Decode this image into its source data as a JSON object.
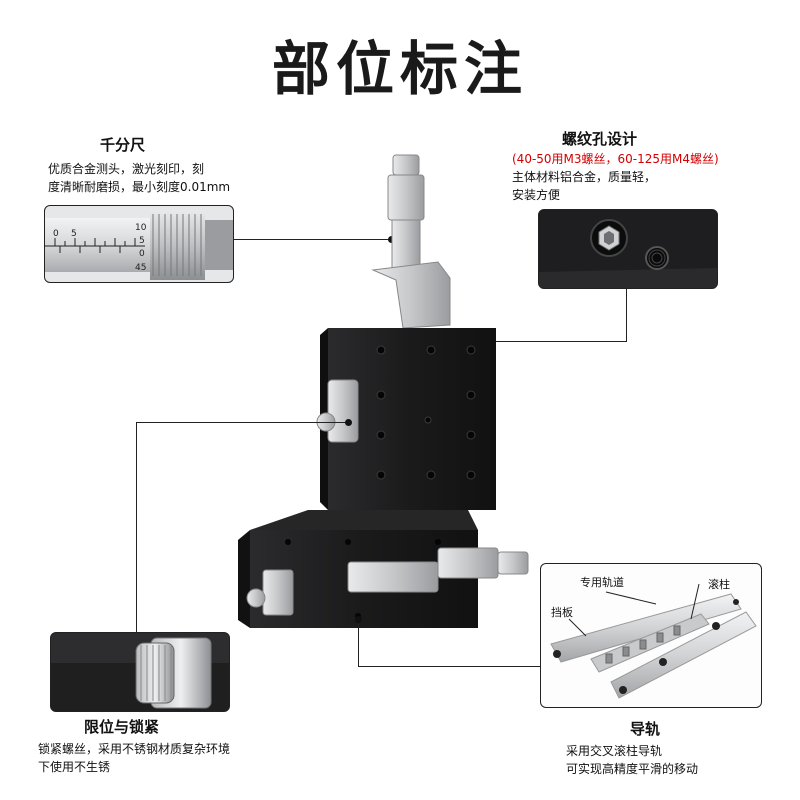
{
  "title": "部位标注",
  "micrometer": {
    "heading": "千分尺",
    "desc_line1": "优质合金测头，激光刻印，刻",
    "desc_line2": "度清晰耐磨损，最小刻度0.01mm",
    "scale_labels": [
      "10",
      "5",
      "0",
      "45",
      "0",
      "5"
    ]
  },
  "thread": {
    "heading": "螺纹孔设计",
    "note": "(40-50用M3螺丝，60-125用M4螺丝)",
    "desc_line1": "主体材料铝合金，质量轻，",
    "desc_line2": "安装方便"
  },
  "limit": {
    "heading": "限位与锁紧",
    "desc_line1": "锁紧螺丝，采用不锈钢材质复杂环境",
    "desc_line2": "下使用不生锈"
  },
  "rail": {
    "heading": "导轨",
    "desc_line1": "采用交叉滚柱导轨",
    "desc_line2": "可实现高精度平滑的移动",
    "label_track": "专用轨道",
    "label_roller": "滚柱",
    "label_baffle": "挡板"
  },
  "colors": {
    "accent_red": "#d40000",
    "body_black": "#1c1c1c",
    "metal": "#c9cbcd"
  }
}
